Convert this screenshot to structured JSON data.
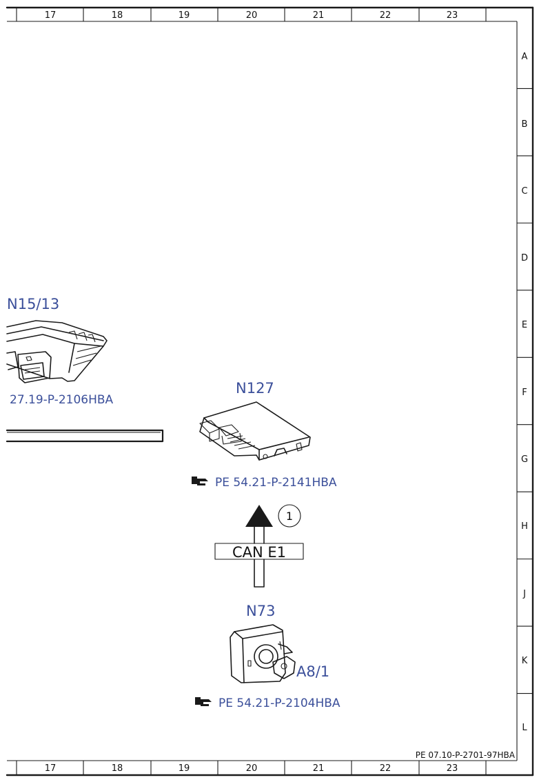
{
  "grid": {
    "columns": [
      "17",
      "18",
      "19",
      "20",
      "21",
      "22",
      "23"
    ],
    "rows": [
      "A",
      "B",
      "C",
      "D",
      "E",
      "F",
      "G",
      "H",
      "J",
      "K",
      "L"
    ]
  },
  "components": {
    "n15_13": {
      "label": "N15/13",
      "ref": "27.19-P-2106HBA"
    },
    "n127": {
      "label": "N127",
      "ref": "PE 54.21-P-2141HBA"
    },
    "n73": {
      "label": "N73",
      "ref": "PE 54.21-P-2104HBA",
      "sublabel": "A8/1"
    }
  },
  "bus": {
    "label": "CAN E1",
    "marker": "1"
  },
  "document_id": "PE 07.10-P-2701-97HBA",
  "colors": {
    "label_blue": "#3b4f9a",
    "line": "#1a1a1a"
  },
  "icons": {
    "reference": "pointing-hand-icon"
  }
}
